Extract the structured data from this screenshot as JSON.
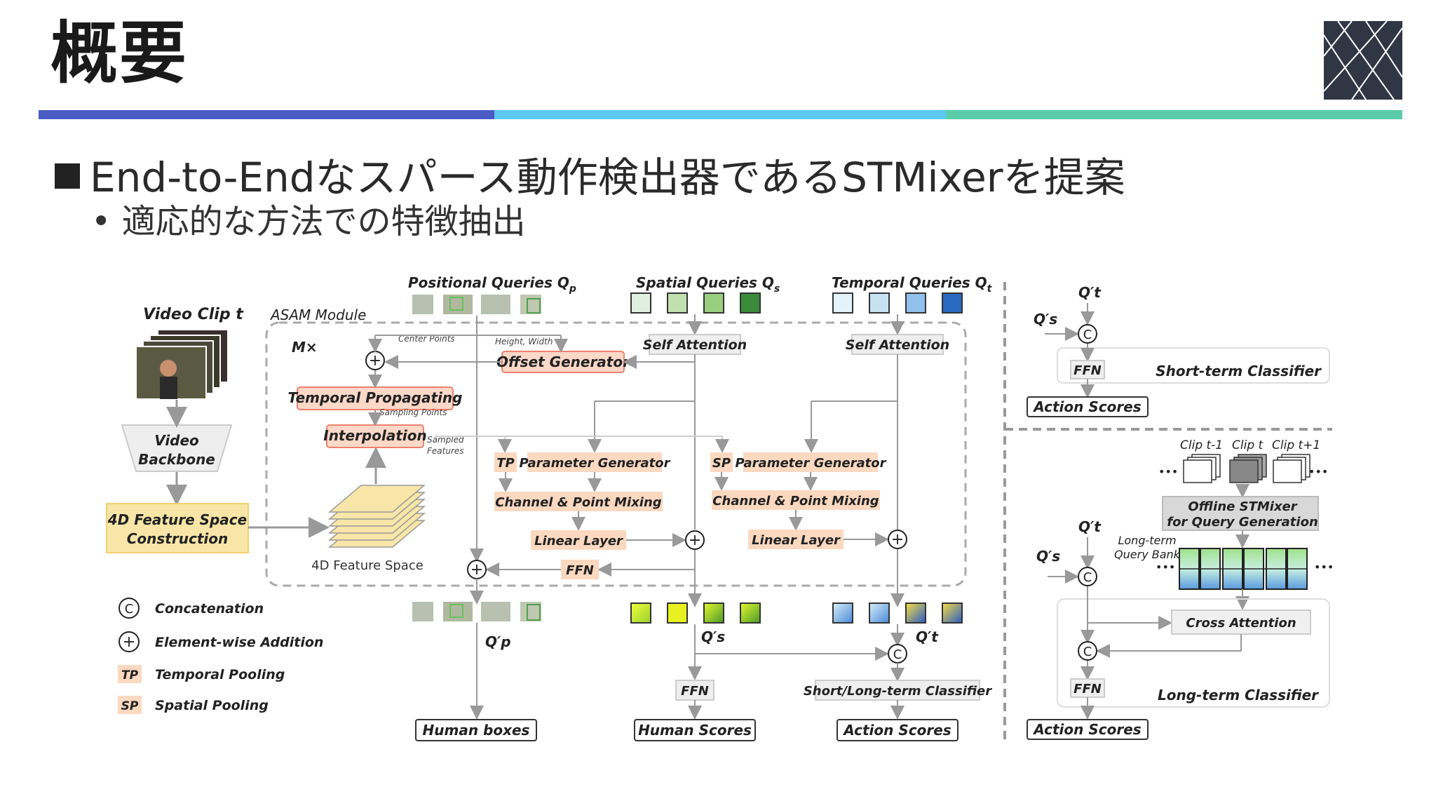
{
  "slide": {
    "title": "概要",
    "bullet_main": "End-to-Endなスパース動作検出器であるSTMixerを提案",
    "bullet_sub": "適応的な方法での特徴抽出"
  },
  "colors": {
    "bar_blue": "#4a5bc4",
    "bar_light_blue": "#5bc8ec",
    "bar_green": "#5bcba8",
    "logo_bg": "#313644",
    "highlight_red": "#f08070",
    "feature_yellow": "#f8e6a8",
    "linear_orange": "#fbd8c0"
  },
  "diagram": {
    "video_clip": "Video Clip  t",
    "asam_module": "ASAM Module",
    "video_backbone": [
      "Video",
      "Backbone"
    ],
    "feature_construction": [
      "4D Feature Space",
      "Construction"
    ],
    "feature_space": "4D Feature Space",
    "repeat": "M×",
    "positional_queries": "Positional Queries Q",
    "positional_sub": "p",
    "spatial_queries": "Spatial Queries Q",
    "spatial_sub": "s",
    "temporal_queries": "Temporal Queries Q",
    "temporal_sub": "t",
    "center_points": "Center Points",
    "height_width": "Height, Width",
    "offset_generator": "Offset Generator",
    "self_attention": "Self Attention",
    "temporal_propagating": "Temporal Propagating",
    "sampling_points": "Sampling Points",
    "interpolation": "Interpolation",
    "sampled_features": [
      "Sampled",
      "Features"
    ],
    "tp": "TP",
    "sp": "SP",
    "parameter_generator": "Parameter Generator",
    "channel_point_mixing": "Channel & Point Mixing",
    "linear_layer": "Linear Layer",
    "ffn": "FFN",
    "qp_out": "Q′p",
    "qs_out": "Q′s",
    "qt_out": "Q′t",
    "short_long_classifier": "Short/Long-term Classifier",
    "human_boxes": "Human boxes",
    "human_scores": "Human Scores",
    "action_scores": "Action Scores",
    "legend": {
      "concat": "Concatenation",
      "add": "Element-wise Addition",
      "tp": "Temporal Pooling",
      "sp": "Spatial Pooling"
    },
    "short_term_classifier": "Short-term Classifier",
    "clips": [
      "Clip t-1",
      "Clip t",
      "Clip t+1"
    ],
    "offline_stmixer": [
      "Offline STMixer",
      "for Query Generation"
    ],
    "long_term_bank": [
      "Long-term",
      "Query Bank"
    ],
    "cross_attention": "Cross Attention",
    "long_term_classifier": "Long-term Classifier",
    "concat_symbol": "C",
    "ellipsis": "•••"
  }
}
